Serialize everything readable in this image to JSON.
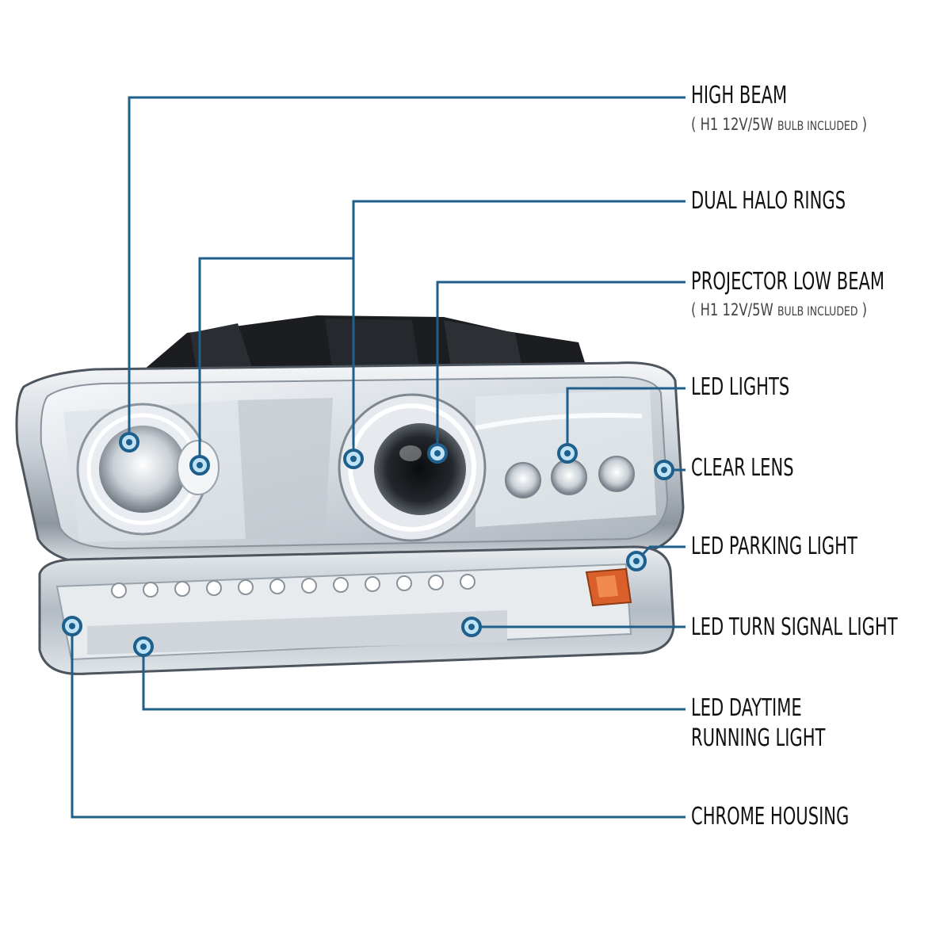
{
  "colors": {
    "leader_line": "#1f5f8b",
    "dot_outer": "#1f5f8b",
    "dot_inner": "#bfe3f5",
    "label_text": "#111111",
    "chrome_light": "#eef2f5",
    "chrome_mid": "#b9c1c9",
    "chrome_dark": "#5d6670",
    "housing_black": "#1b1d20",
    "amber": "#d9602a"
  },
  "callouts": {
    "high_beam": {
      "label": "HIGH BEAM",
      "sub_open": "( H1 12V/5W ",
      "sub_small": "BULB INCLUDED",
      "sub_close": " )"
    },
    "dual_halo_rings": {
      "label": "DUAL HALO RINGS"
    },
    "projector_low_beam": {
      "label": "PROJECTOR LOW BEAM",
      "sub_open": "( H1 12V/5W ",
      "sub_small": "BULB INCLUDED",
      "sub_close": " )"
    },
    "led_lights": {
      "label": "LED LIGHTS"
    },
    "clear_lens": {
      "label": "CLEAR LENS"
    },
    "led_parking_light": {
      "label": "LED PARKING LIGHT"
    },
    "led_turn_signal_light": {
      "label": "LED TURN SIGNAL LIGHT"
    },
    "led_daytime_running_light": {
      "label_line1": "LED DAYTIME",
      "label_line2": "RUNNING LIGHT"
    },
    "chrome_housing": {
      "label": "CHROME HOUSING"
    }
  }
}
